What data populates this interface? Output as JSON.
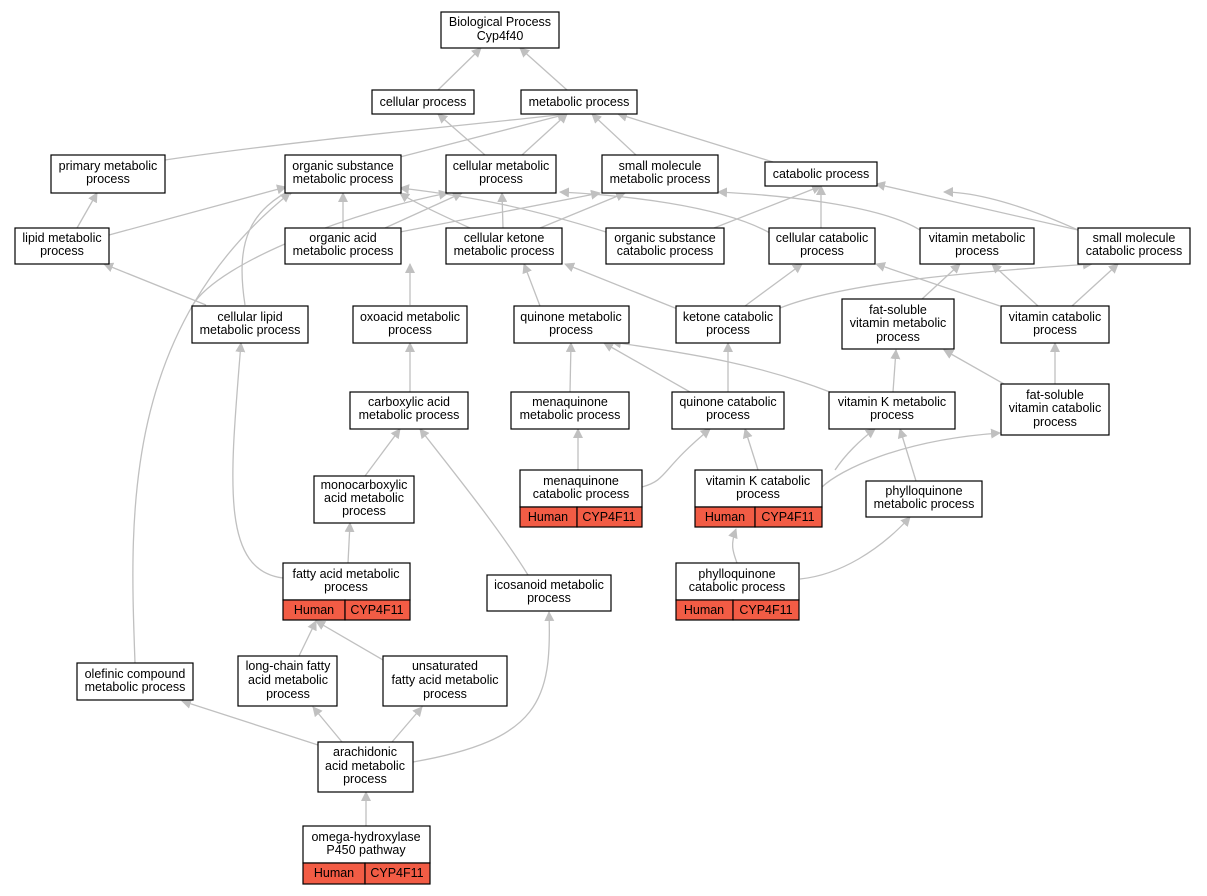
{
  "root": {
    "line1": "Biological Process",
    "line2": "Cyp4f40"
  },
  "nodes": {
    "cellular_process": "cellular process",
    "metabolic_process": "metabolic process",
    "primary_metabolic_process": [
      "primary metabolic",
      "process"
    ],
    "organic_substance_metabolic_process": [
      "organic substance",
      "metabolic process"
    ],
    "cellular_metabolic_process": [
      "cellular metabolic",
      "process"
    ],
    "small_molecule_metabolic_process": [
      "small molecule",
      "metabolic process"
    ],
    "catabolic_process": "catabolic process",
    "lipid_metabolic_process": [
      "lipid metabolic",
      "process"
    ],
    "organic_acid_metabolic_process": [
      "organic acid",
      "metabolic process"
    ],
    "cellular_ketone_metabolic_process": [
      "cellular ketone",
      "metabolic process"
    ],
    "organic_substance_catabolic_process": [
      "organic substance",
      "catabolic process"
    ],
    "cellular_catabolic_process": [
      "cellular catabolic",
      "process"
    ],
    "vitamin_metabolic_process": [
      "vitamin metabolic",
      "process"
    ],
    "small_molecule_catabolic_process": [
      "small molecule",
      "catabolic process"
    ],
    "cellular_lipid_metabolic_process": [
      "cellular lipid",
      "metabolic process"
    ],
    "oxoacid_metabolic_process": [
      "oxoacid metabolic",
      "process"
    ],
    "quinone_metabolic_process": [
      "quinone metabolic",
      "process"
    ],
    "ketone_catabolic_process": [
      "ketone catabolic",
      "process"
    ],
    "fat_soluble_vitamin_metabolic_process": [
      "fat-soluble",
      "vitamin metabolic",
      "process"
    ],
    "vitamin_catabolic_process": [
      "vitamin catabolic",
      "process"
    ],
    "carboxylic_acid_metabolic_process": [
      "carboxylic acid",
      "metabolic process"
    ],
    "menaquinone_metabolic_process": [
      "menaquinone",
      "metabolic process"
    ],
    "quinone_catabolic_process": [
      "quinone catabolic",
      "process"
    ],
    "vitamin_k_metabolic_process": [
      "vitamin K metabolic",
      "process"
    ],
    "fat_soluble_vitamin_catabolic_process": [
      "fat-soluble",
      "vitamin catabolic",
      "process"
    ],
    "monocarboxylic_acid_metabolic_process": [
      "monocarboxylic",
      "acid metabolic",
      "process"
    ],
    "menaquinone_catabolic_process": [
      "menaquinone",
      "catabolic process"
    ],
    "vitamin_k_catabolic_process": [
      "vitamin K catabolic",
      "process"
    ],
    "phylloquinone_metabolic_process": [
      "phylloquinone",
      "metabolic process"
    ],
    "fatty_acid_metabolic_process": [
      "fatty acid metabolic",
      "process"
    ],
    "icosanoid_metabolic_process": [
      "icosanoid metabolic",
      "process"
    ],
    "phylloquinone_catabolic_process": [
      "phylloquinone",
      "catabolic process"
    ],
    "olefinic_compound_metabolic_process": [
      "olefinic compound",
      "metabolic process"
    ],
    "long_chain_fatty_acid_metabolic_process": [
      "long-chain fatty",
      "acid metabolic",
      "process"
    ],
    "unsaturated_fatty_acid_metabolic_process": [
      "unsaturated",
      "fatty acid metabolic",
      "process"
    ],
    "arachidonic_acid_metabolic_process": [
      "arachidonic",
      "acid metabolic",
      "process"
    ],
    "omega_hydroxylase_p450_pathway": [
      "omega-hydroxylase",
      "P450 pathway"
    ]
  },
  "annotation": {
    "species": "Human",
    "gene": "CYP4F11"
  },
  "colors": {
    "annotation_fill": "#f25c45",
    "edge": "#c0c0c0",
    "node_border": "#000000"
  }
}
